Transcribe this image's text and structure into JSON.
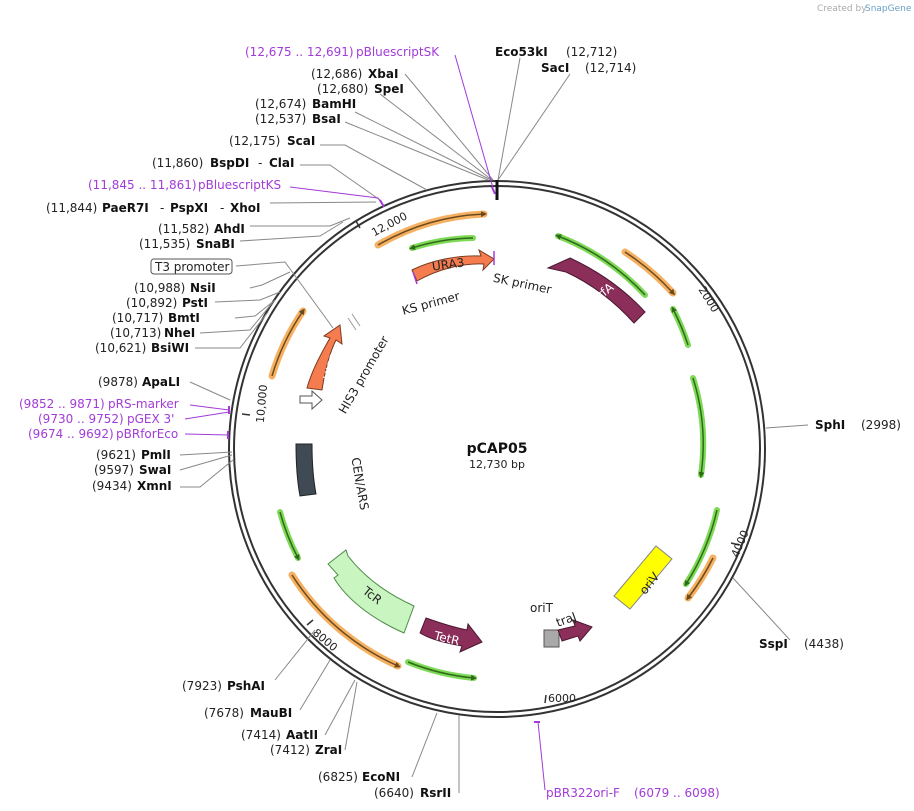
{
  "watermark": {
    "text": "Created by",
    "brand": "SnapGene"
  },
  "plasmid": {
    "name": "pCAP05",
    "length": "12,730 bp"
  },
  "ticks": [
    "2000",
    "4000",
    "6000",
    "8000",
    "10,000",
    "12,000"
  ],
  "sites": {
    "pbsk": {
      "pos": "(12,675 .. 12,691)",
      "name": "pBluescriptSK"
    },
    "eco53ki": {
      "name": "Eco53kI",
      "pos": "(12,712)"
    },
    "saci": {
      "name": "SacI",
      "pos": "(12,714)"
    },
    "xbai": {
      "pos": "(12,686)",
      "name": "XbaI"
    },
    "spei": {
      "pos": "(12,680)",
      "name": "SpeI"
    },
    "bamhi": {
      "pos": "(12,674)",
      "name": "BamHI"
    },
    "bsai": {
      "pos": "(12,537)",
      "name": "BsaI"
    },
    "scai": {
      "pos": "(12,175)",
      "name": "ScaI"
    },
    "bspdi": {
      "pos": "(11,860)",
      "name": "BspDI",
      "alt": "ClaI"
    },
    "pbks": {
      "pos": "(11,845 .. 11,861)",
      "name": "pBluescriptKS"
    },
    "paer7i": {
      "pos": "(11,844)",
      "name": "PaeR7I",
      "alt1": "PspXI",
      "alt2": "XhoI"
    },
    "ahdi": {
      "pos": "(11,582)",
      "name": "AhdI"
    },
    "snabi": {
      "pos": "(11,535)",
      "name": "SnaBI"
    },
    "t3": {
      "name": "T3 promoter"
    },
    "nsii": {
      "pos": "(10,988)",
      "name": "NsiI"
    },
    "psti": {
      "pos": "(10,892)",
      "name": "PstI"
    },
    "bmti": {
      "pos": "(10,717)",
      "name": "BmtI"
    },
    "nhei": {
      "pos": "(10,713)",
      "name": "NheI"
    },
    "bsiwi": {
      "pos": "(10,621)",
      "name": "BsiWI"
    },
    "apali": {
      "pos": "(9878)",
      "name": "ApaLI"
    },
    "prsm": {
      "pos": "(9852 .. 9871)",
      "name": "pRS-marker"
    },
    "pgex": {
      "pos": "(9730 .. 9752)",
      "name": "pGEX 3'"
    },
    "pbrfor": {
      "pos": "(9674 .. 9692)",
      "name": "pBRforEco"
    },
    "pmli": {
      "pos": "(9621)",
      "name": "PmlI"
    },
    "swai": {
      "pos": "(9597)",
      "name": "SwaI"
    },
    "xmni": {
      "pos": "(9434)",
      "name": "XmnI"
    },
    "sphi": {
      "name": "SphI",
      "pos": "(2998)"
    },
    "sspi": {
      "name": "SspI",
      "pos": "(4438)"
    },
    "pshai": {
      "pos": "(7923)",
      "name": "PshAI"
    },
    "maubi": {
      "pos": "(7678)",
      "name": "MauBI"
    },
    "aatii": {
      "pos": "(7414)",
      "name": "AatII"
    },
    "zrai": {
      "pos": "(7412)",
      "name": "ZraI"
    },
    "econi": {
      "pos": "(6825)",
      "name": "EcoNI"
    },
    "rsrii": {
      "pos": "(6640)",
      "name": "RsrII"
    },
    "pbr322": {
      "name": "pBR322ori-F",
      "pos": "(6079 .. 6098)"
    }
  },
  "features": {
    "ura3": "URA3",
    "trfa": "trfA",
    "his3": "HIS3",
    "his3_promoter": "HIS3 promoter",
    "ks_primer": "KS primer",
    "sk_primer": "SK primer",
    "cen_ars": "CEN/ARS",
    "tcr": "TcR",
    "tetr": "TetR",
    "orit": "oriT",
    "traj": "traJ",
    "oriv": "oriV"
  },
  "colors": {
    "orange_arc": "#f5b061",
    "green_arc": "#7ed957",
    "ura3": "#f47c4e",
    "his3": "#f47c4e",
    "trfa": "#8b2e5a",
    "tetr": "#8b2e5a",
    "traj": "#8b2e5a",
    "tcr": "#c8f5c0",
    "oriv": "#ffff00",
    "cen_ars": "#3f4a54",
    "purple": "#a23bd8"
  }
}
